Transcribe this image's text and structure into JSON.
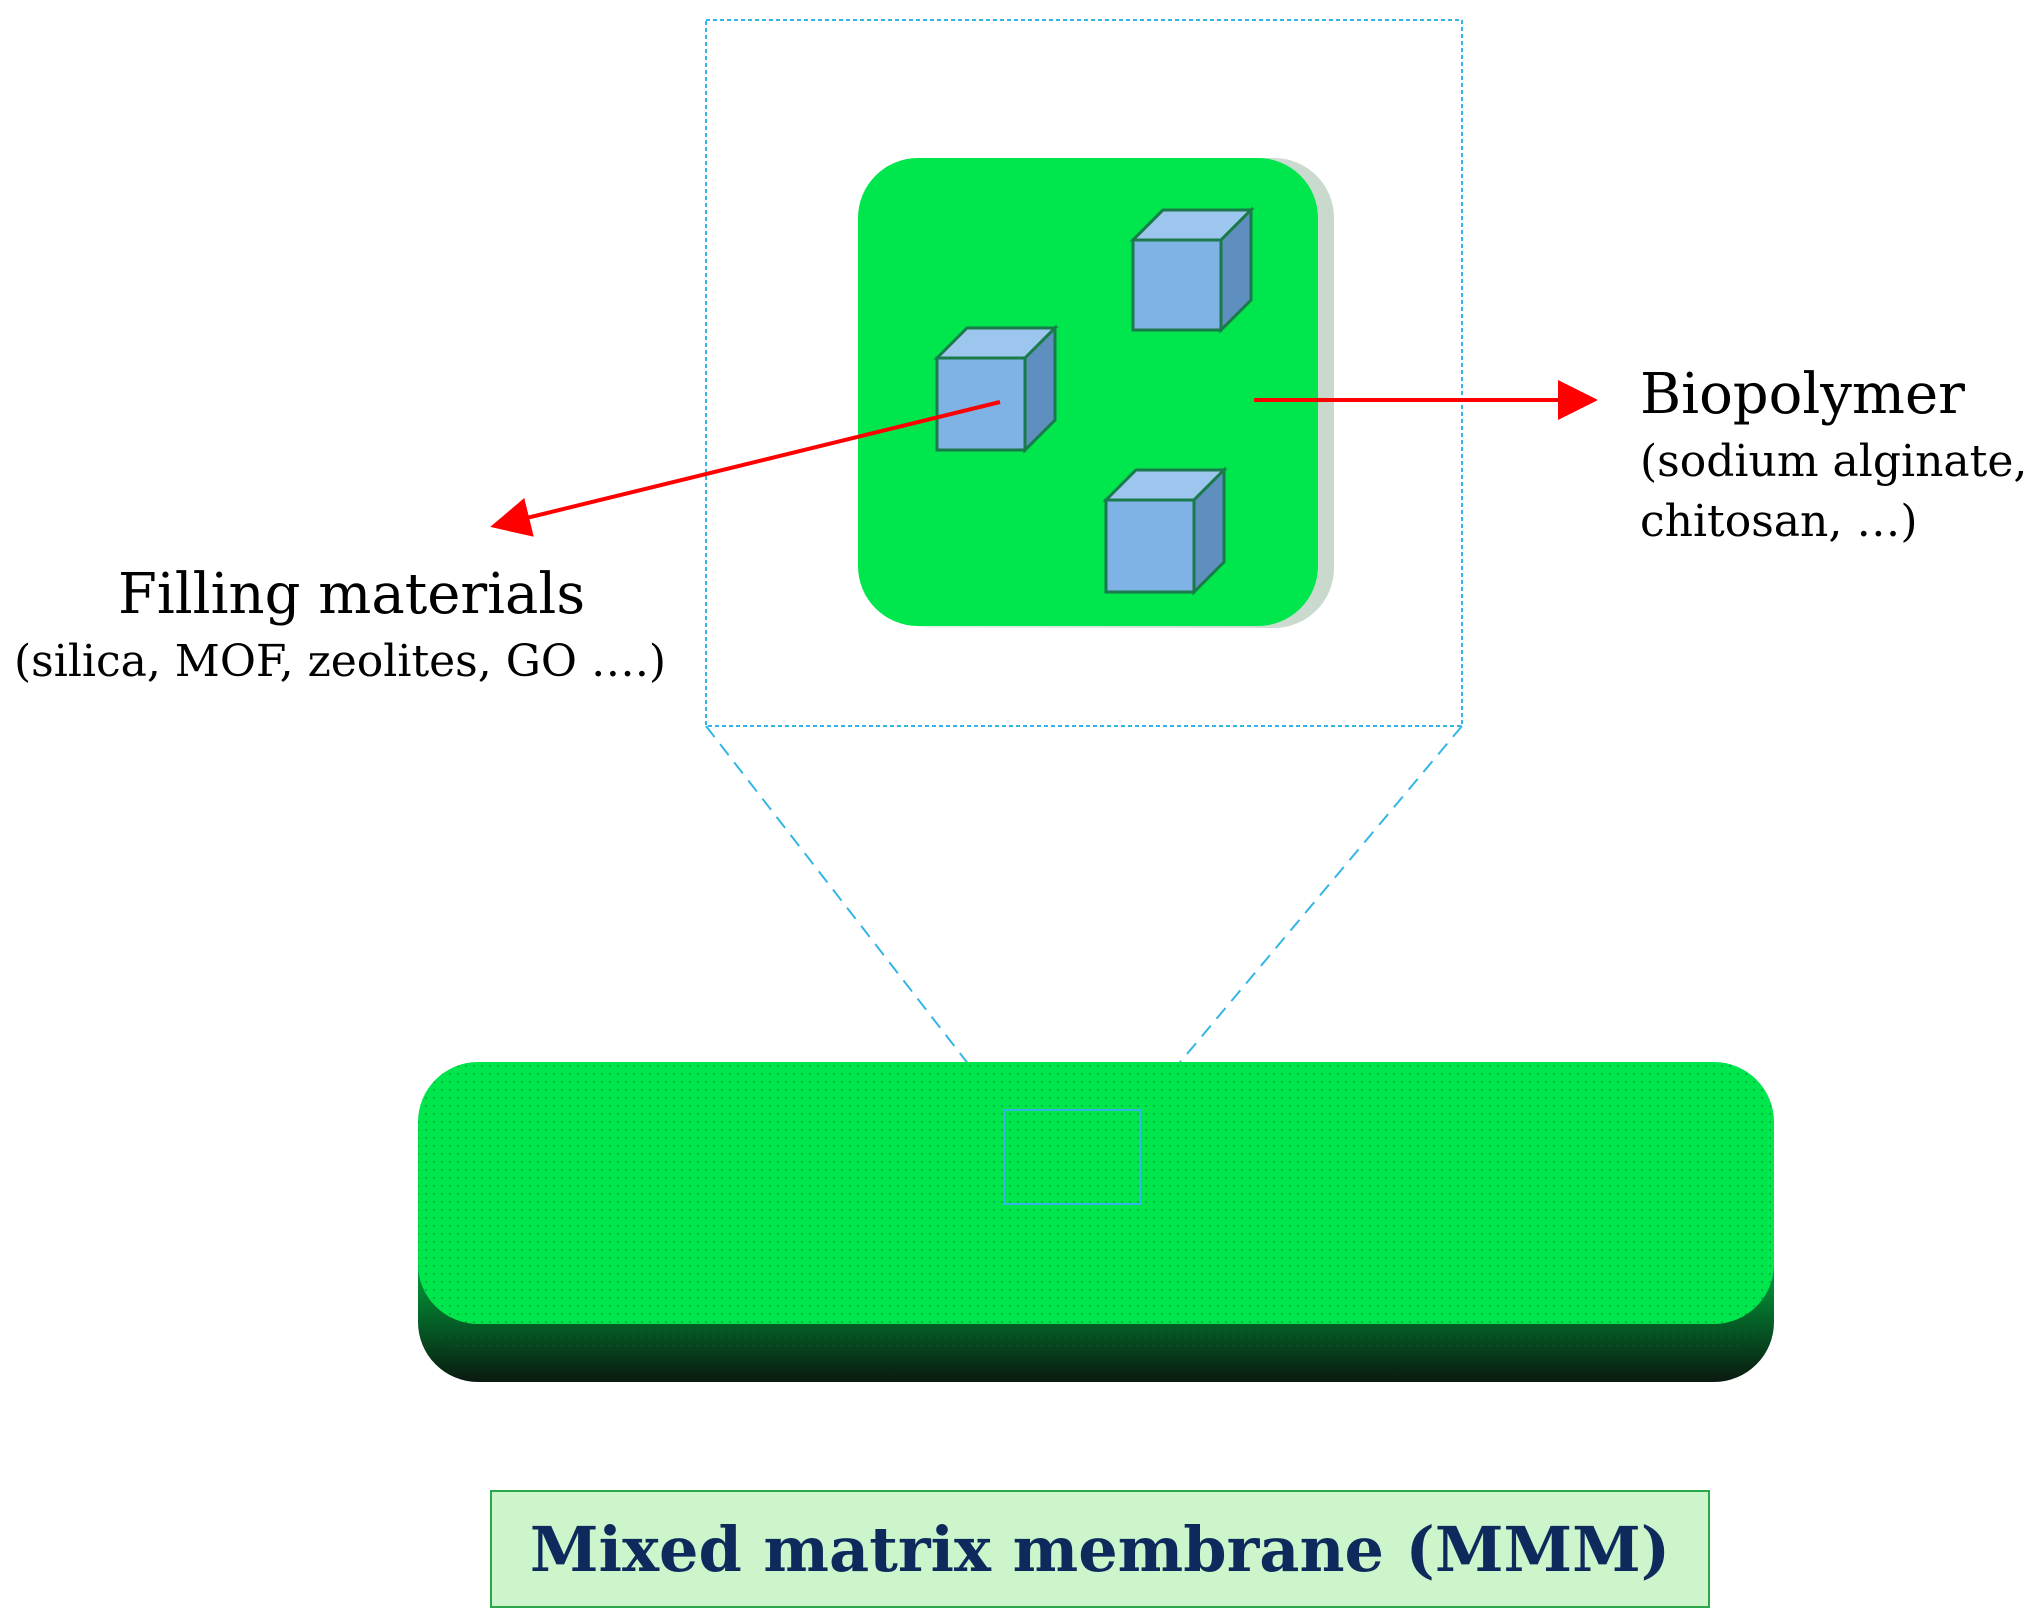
{
  "labels": {
    "filling": {
      "title": "Filling materials",
      "subtitle": "(silica, MOF, zeolites, GO ….)"
    },
    "biopolymer": {
      "title": "Biopolymer",
      "subtitle_line1": "(sodium alginate,",
      "subtitle_line2": "chitosan, …)"
    }
  },
  "caption": "Mixed matrix membrane (MMM)",
  "colors": {
    "membrane_green": "#00e64d",
    "filler_cube": "#7fb2e5",
    "arrow": "#ff0000",
    "dashed_guide": "#33b5e5",
    "caption_bg": "#ccf5cc",
    "caption_border": "#2aa84a",
    "caption_text": "#0e2a5c"
  }
}
